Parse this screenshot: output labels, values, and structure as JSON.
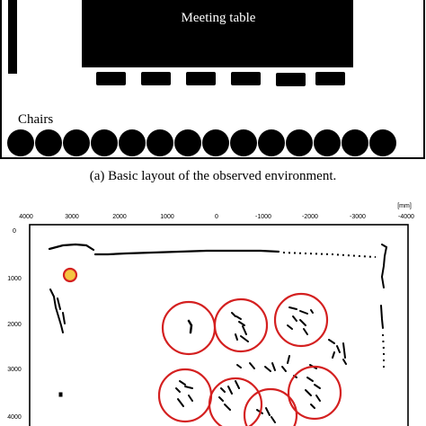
{
  "panel_a": {
    "table_label": "Meeting table",
    "chairs_label": "Chairs",
    "caption": "(a) Basic layout of the observed environment.",
    "colors": {
      "fill": "#000000",
      "background": "#ffffff"
    }
  },
  "panel_b": {
    "unit_label": "[mm]",
    "x_ticks": [
      "4000",
      "3000",
      "2000",
      "1000",
      "0",
      "-1000",
      "-2000",
      "-3000",
      "-4000"
    ],
    "y_ticks": [
      "0",
      "1000",
      "2000",
      "3000",
      "4000"
    ],
    "colors": {
      "circle": "#d42020",
      "sensor_fill": "#f5c542",
      "sensor_stroke": "#d42020",
      "points": "#000000"
    }
  }
}
